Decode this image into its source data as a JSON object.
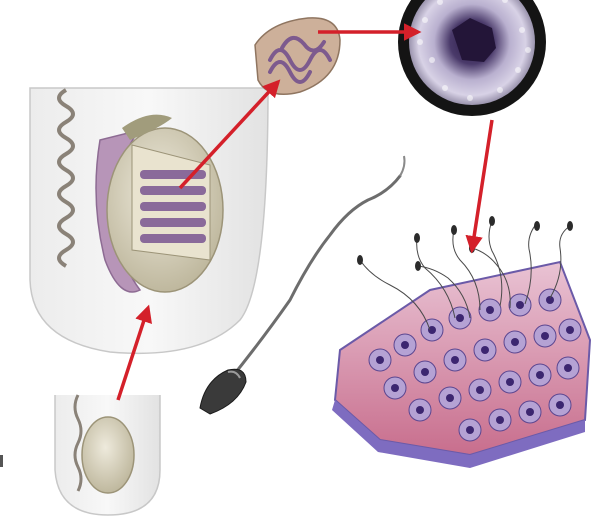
{
  "figure": {
    "panels": [
      {
        "id": "scrotum-detail",
        "icon": "testis-cutaway-icon"
      },
      {
        "id": "seminiferous-tubule",
        "icon": "coiled-tubule-icon"
      },
      {
        "id": "tubule-cross-section",
        "icon": "tubule-cross-section-icon"
      },
      {
        "id": "germinal-epithelium",
        "icon": "epithelium-with-sperm-icon"
      },
      {
        "id": "spermatozoon",
        "icon": "sperm-cell-icon"
      },
      {
        "id": "scrotum-overview",
        "icon": "testis-overview-icon"
      }
    ],
    "arrows": [
      {
        "from": "scrotum-overview",
        "to": "scrotum-detail"
      },
      {
        "from": "scrotum-detail",
        "to": "seminiferous-tubule"
      },
      {
        "from": "seminiferous-tubule",
        "to": "tubule-cross-section"
      },
      {
        "from": "tubule-cross-section",
        "to": "germinal-epithelium"
      }
    ],
    "colors": {
      "arrow": "#d4202a",
      "tissue_pink": "#c9a7c4",
      "tubule_purple": "#7d5a8e",
      "cross_section_rim": "#141414",
      "nucleus": "#6f3f8f",
      "epithelium_base": "#d98fa8",
      "skin_outline": "#b9b9b9",
      "testis_body": "#d7d2bd"
    }
  }
}
